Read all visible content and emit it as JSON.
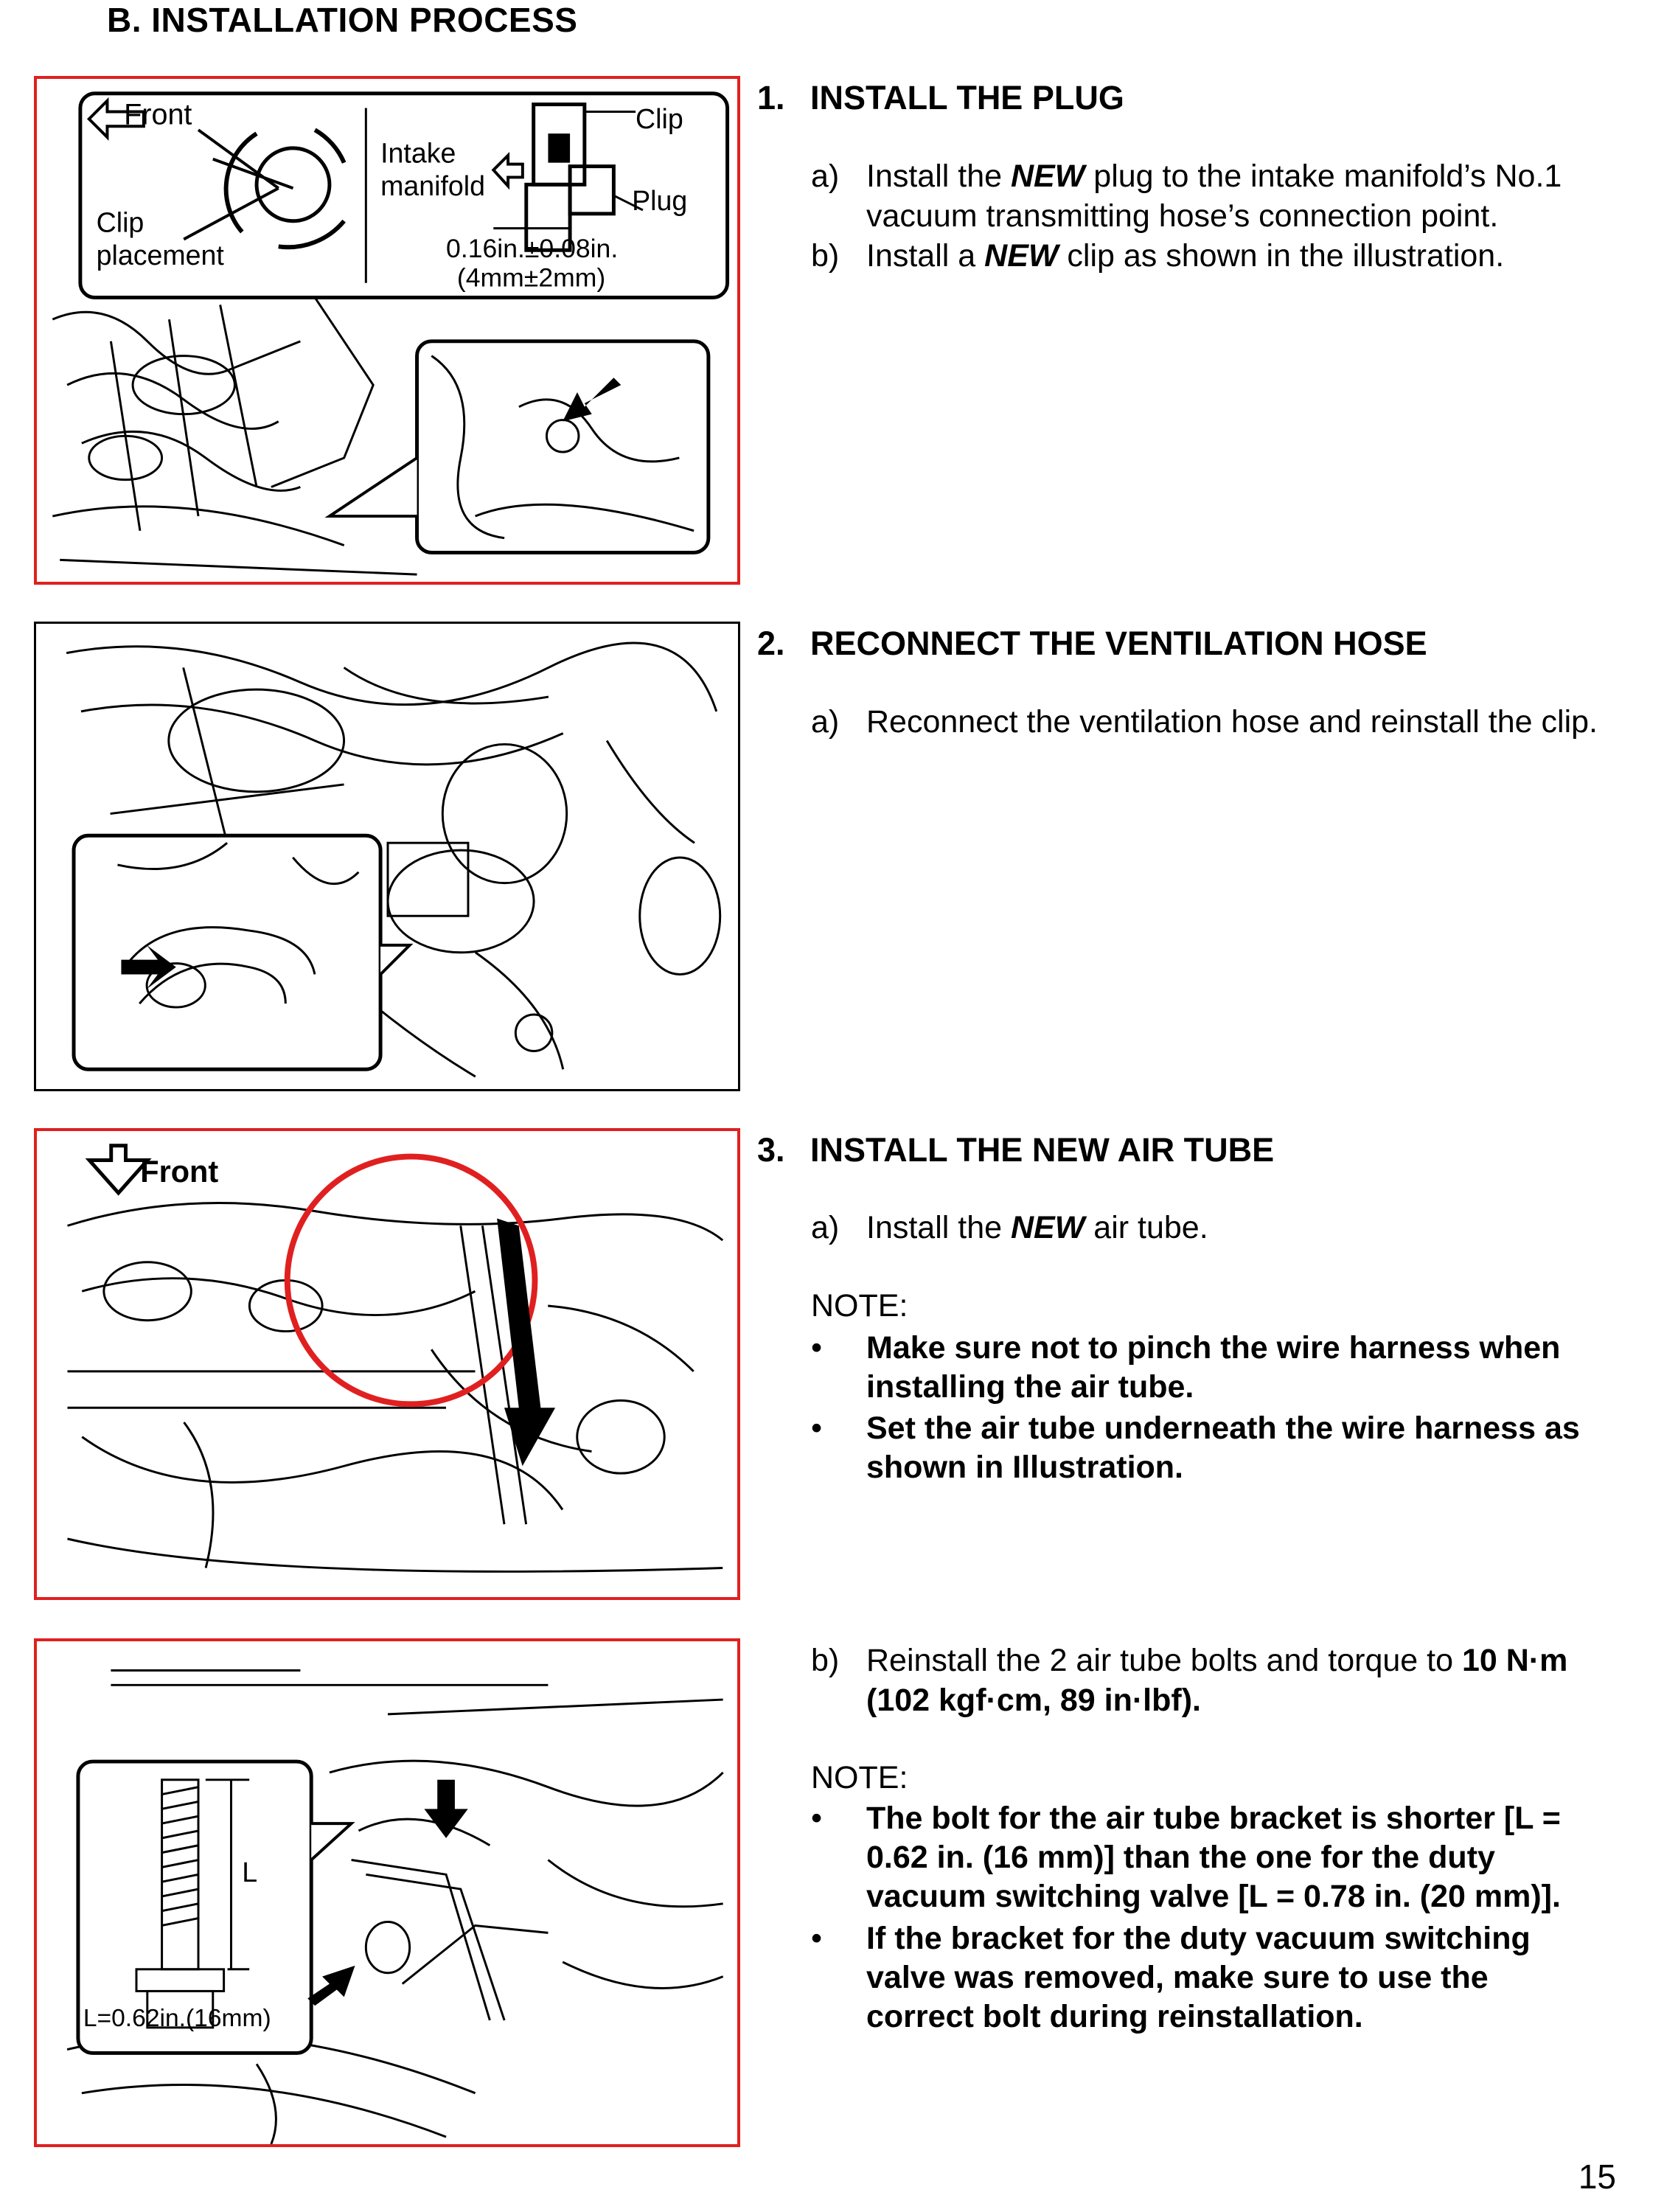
{
  "section_title": "B.  INSTALLATION PROCESS",
  "steps": [
    {
      "number": "1.",
      "title": "INSTALL THE PLUG",
      "items": [
        {
          "label": "a)",
          "pre": "Install the ",
          "emph": "NEW",
          "post": " plug to the intake manifold’s No.1",
          "line2": "vacuum transmitting hose’s connection point."
        },
        {
          "label": "b)",
          "pre": "Install a ",
          "emph": "NEW",
          "post": " clip as shown in the illustration."
        }
      ],
      "figure": {
        "front_label": "Front",
        "clip_label": "Clip",
        "plug_label": "Plug",
        "intake_label_1": "Intake",
        "intake_label_2": "manifold",
        "clip_placement_1": "Clip",
        "clip_placement_2": "placement",
        "dim_1": "0.16in.±0.08in.",
        "dim_2": "(4mm±2mm)"
      }
    },
    {
      "number": "2.",
      "title": "RECONNECT THE VENTILATION HOSE",
      "items": [
        {
          "label": "a)",
          "text": "Reconnect the ventilation hose and reinstall the clip."
        }
      ]
    },
    {
      "number": "3.",
      "title": "INSTALL THE NEW AIR TUBE",
      "items": [
        {
          "label": "a)",
          "pre": "Install the ",
          "emph": "NEW",
          "post": " air tube."
        }
      ],
      "note_label": "NOTE:",
      "notes": [
        {
          "line1": "Make sure not to pinch the wire harness when",
          "line2": "installing the air tube."
        },
        {
          "line1": "Set the air tube underneath the wire harness as",
          "line2": "shown in Illustration."
        }
      ],
      "figure": {
        "front_label": "Front"
      }
    },
    {
      "items": [
        {
          "label": "b)",
          "pre": "Reinstall the 2 air tube bolts and torque to ",
          "emph": "10 N·m",
          "line2": "(102 kgf·cm, 89 in·lbf)."
        }
      ],
      "note_label": "NOTE:",
      "notes": [
        {
          "line1": "The bolt for the air tube bracket is shorter [L =",
          "line2": "0.62 in. (16 mm)] than the one for the duty",
          "line3": "vacuum switching valve [L = 0.78 in. (20 mm)]."
        },
        {
          "line1": "If the bracket for the duty vacuum switching",
          "line2": "valve was removed, make sure to use the",
          "line3": "correct bolt during reinstallation."
        }
      ],
      "figure": {
        "bolt_dim": "L",
        "bolt_label": "L=0.62in.(16mm)"
      }
    }
  ],
  "page_number": "15",
  "colors": {
    "frame_red": "#e02020",
    "frame_black": "#000000",
    "text": "#000000"
  }
}
